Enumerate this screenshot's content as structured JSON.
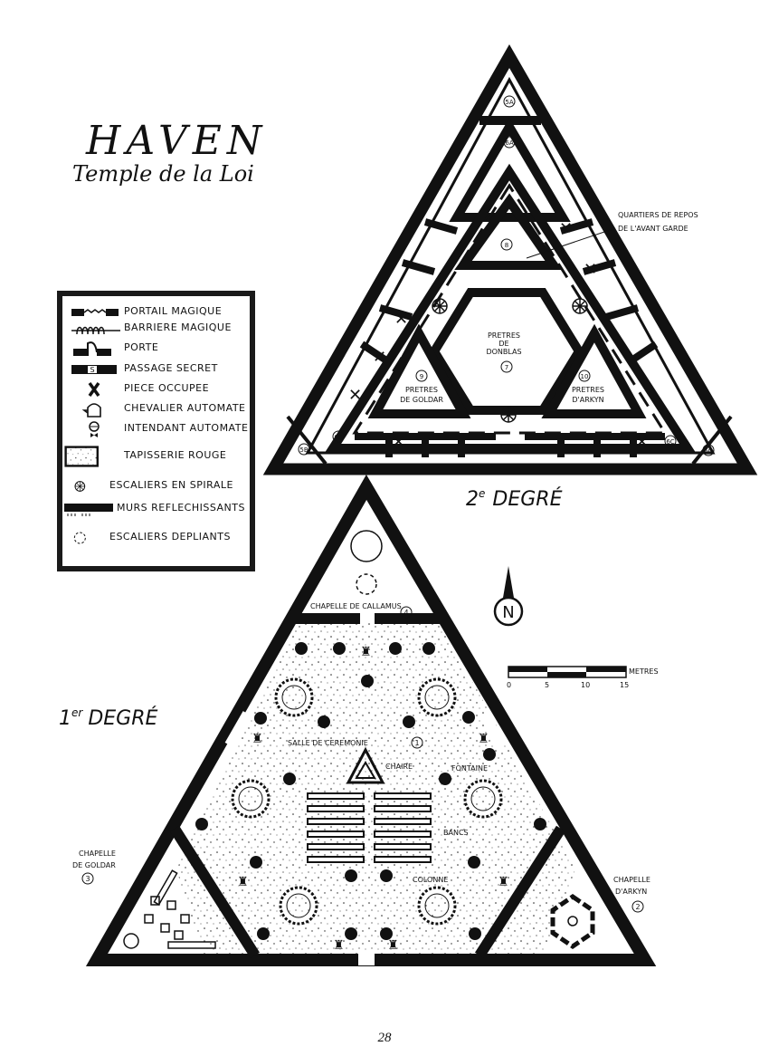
{
  "title": {
    "main": "HAVEN",
    "sub": "Temple de la Loi"
  },
  "legend": {
    "items": [
      {
        "label": "PORTAIL MAGIQUE",
        "icon": "magic-portal-icon"
      },
      {
        "label": "BARRIERE MAGIQUE",
        "icon": "magic-barrier-icon"
      },
      {
        "label": "PORTE",
        "icon": "door-icon"
      },
      {
        "label": "PASSAGE SECRET",
        "icon": "secret-passage-icon"
      },
      {
        "label": "PIECE OCCUPEE",
        "icon": "occupied-room-icon"
      },
      {
        "label": "CHEVALIER AUTOMATE",
        "icon": "automaton-knight-icon"
      },
      {
        "label": "INTENDANT AUTOMATE",
        "icon": "automaton-steward-icon"
      },
      {
        "label": "TAPISSERIE ROUGE",
        "icon": "red-tapestry-icon"
      },
      {
        "label": "ESCALIERS EN SPIRALE",
        "icon": "spiral-stairs-icon"
      },
      {
        "label": "MURS REFLECHISSANTS",
        "icon": "reflective-walls-icon"
      },
      {
        "label": "ESCALIERS DEPLIANTS",
        "icon": "folding-stairs-icon"
      }
    ],
    "secret_mark": "S"
  },
  "level2": {
    "label": "2e DEGRÉ",
    "label_base": "2",
    "label_sup": "e",
    "label_word": "DEGRÉ",
    "callout": [
      "QUARTIERS DE REPOS",
      "DE L'AVANT GARDE"
    ],
    "rooms": {
      "r5a": "5A",
      "r6a": "6A",
      "r8": "8",
      "r7": "7",
      "r9": "9",
      "r10": "10",
      "r5b": "5B",
      "r6b": "6B",
      "r6c": "6C",
      "r5c": "5C"
    },
    "donblas": [
      "PRETRES",
      "DE",
      "DONBLAS"
    ],
    "goldar": [
      "PRETRES",
      "DE GOLDAR"
    ],
    "arkyn": [
      "PRETRES",
      "D'ARKYN"
    ]
  },
  "level1": {
    "label_base": "1",
    "label_sup": "er",
    "label_word": "DEGRÉ",
    "chapelle_callamus": "CHAPELLE DE CALLAMUS",
    "room4": "4",
    "salle": "SALLE DE CEREMONIE",
    "room1": "1",
    "chaire": "CHAIRE",
    "fontaine": "FONTAINE",
    "bancs": "BANCS",
    "colonne": "COLONNE",
    "chapelle_goldar": [
      "CHAPELLE",
      "DE GOLDAR"
    ],
    "room3": "3",
    "chapelle_arkyn": [
      "CHAPELLE",
      "D'ARKYN"
    ],
    "room2": "2"
  },
  "compass": {
    "letter": "N"
  },
  "scale": {
    "unit": "METRES",
    "ticks": [
      "0",
      "5",
      "10",
      "15"
    ]
  },
  "page_number": "28",
  "colors": {
    "ink": "#111111",
    "paper": "#ffffff"
  }
}
